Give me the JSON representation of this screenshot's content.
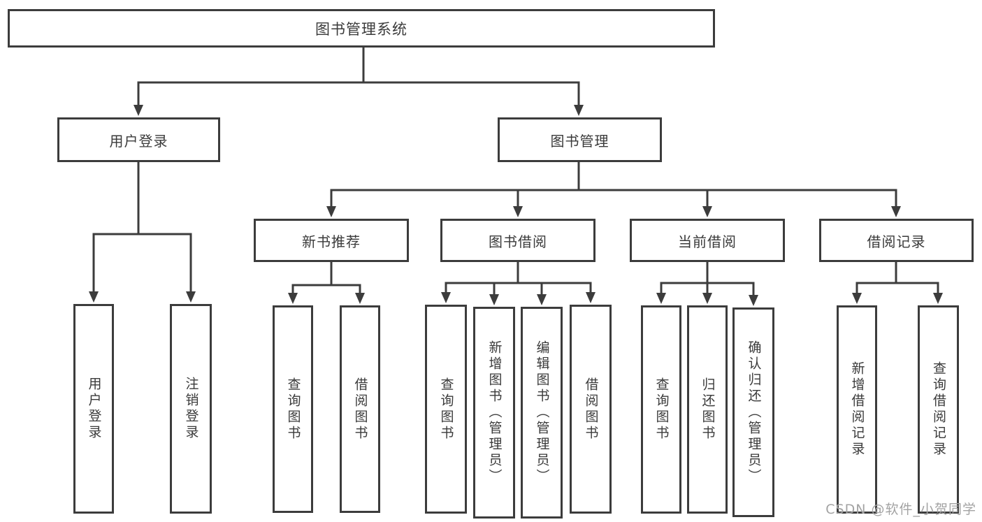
{
  "diagram": {
    "root": {
      "label": "图书管理系统"
    },
    "userLogin": {
      "label": "用户登录",
      "children": [
        "用户登录",
        "注销登录"
      ]
    },
    "bookManagement": {
      "label": "图书管理"
    },
    "newBookRecommend": {
      "label": "新书推荐",
      "children": [
        "查询图书",
        "借阅图书"
      ]
    },
    "bookBorrow": {
      "label": "图书借阅",
      "children": [
        "查询图书",
        "新增图书（管理员）",
        "编辑图书（管理员）",
        "借阅图书"
      ]
    },
    "currentBorrow": {
      "label": "当前借阅",
      "children": [
        "查询图书",
        "归还图书",
        "确认归还（管理员）"
      ]
    },
    "borrowRecords": {
      "label": "借阅记录",
      "children": [
        "新增借阅记录",
        "查询借阅记录"
      ]
    },
    "colors": {
      "line": "#3c3c3c",
      "text": "#3a3a3a",
      "background": "#ffffff",
      "watermark": "#a3a3a3"
    }
  },
  "watermark": {
    "text": "CSDN @软件_小贺同学"
  }
}
